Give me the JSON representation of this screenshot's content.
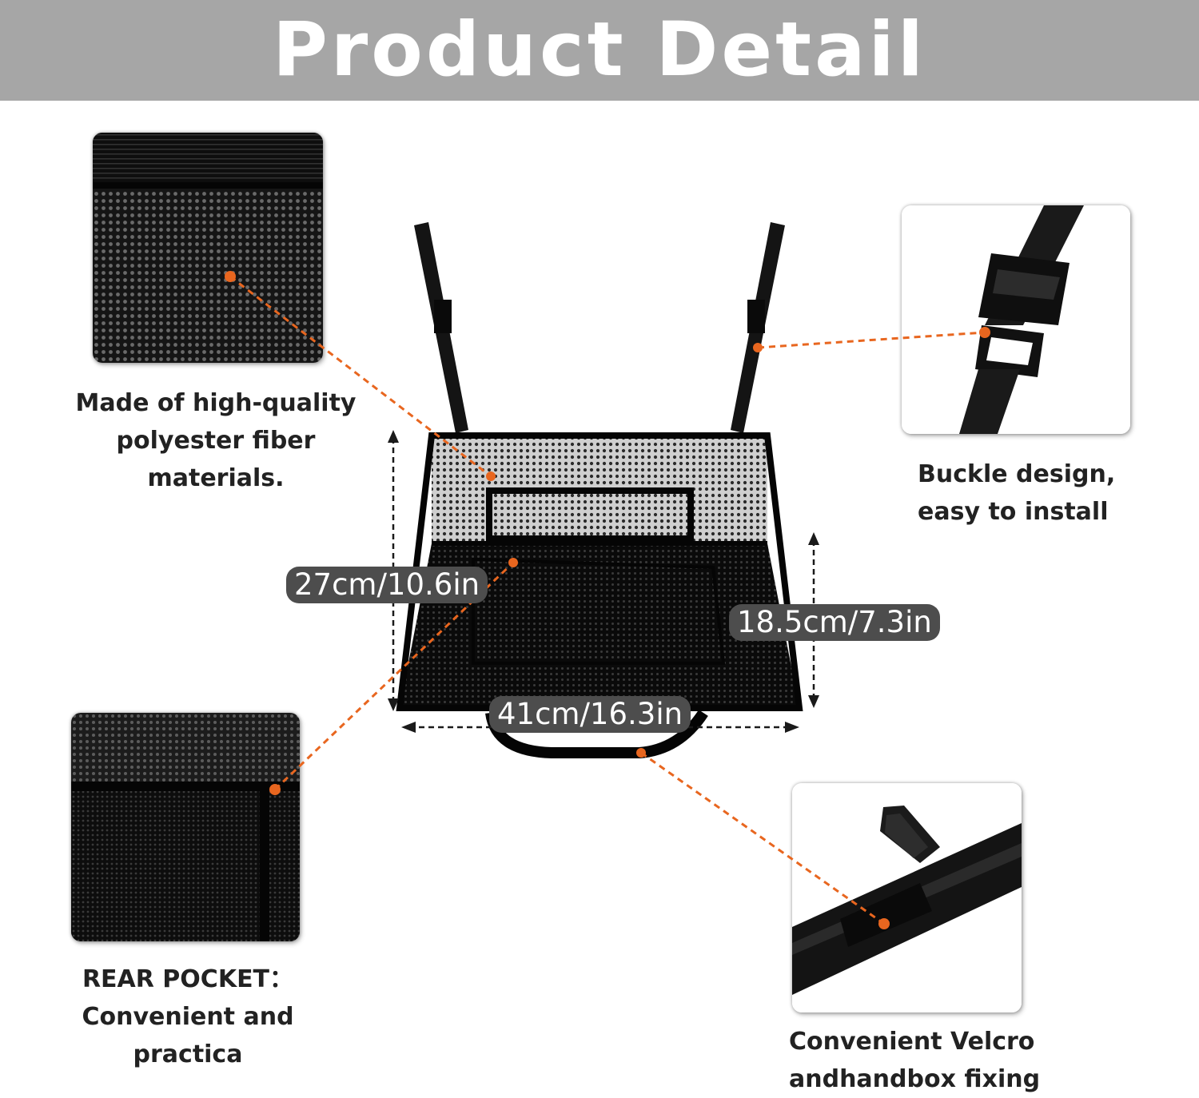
{
  "banner": {
    "title": "Product Detail"
  },
  "features": {
    "material": {
      "line1": "Made of high-quality",
      "line2": "polyester fiber",
      "line3": "materials."
    },
    "buckle": {
      "line1": "Buckle design,",
      "line2": "easy to install"
    },
    "rear_pocket": {
      "line1": "REAR POCKET：",
      "line2": "Convenient and",
      "line3": "practica"
    },
    "velcro": {
      "line1": "Convenient Velcro",
      "line2": "andhandbox fixing"
    }
  },
  "dimensions": {
    "height": "27cm/10.6in",
    "depth": "18.5cm/7.3in",
    "width": "41cm/16.3in"
  },
  "colors": {
    "banner": "#a6a6a6",
    "callout_dot": "#e8661f",
    "label_bg": "#4d4d4d"
  }
}
